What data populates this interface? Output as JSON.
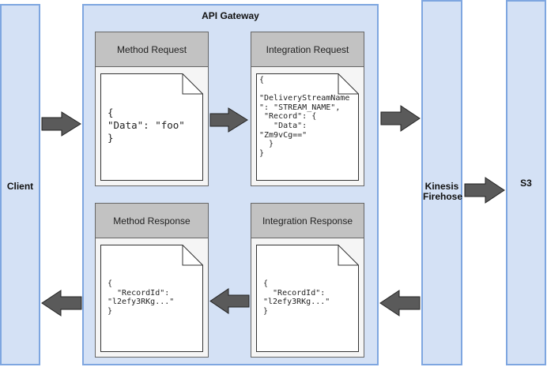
{
  "client": {
    "label": "Client"
  },
  "gateway": {
    "title": "API Gateway",
    "method_request": {
      "title": "Method Request",
      "body": "{\n\"Data\": \"foo\"\n}"
    },
    "integration_request": {
      "title": "Integration Request",
      "body": "{\n\n\"DeliveryStreamName\n\": \"STREAM_NAME\",\n \"Record\": {\n   \"Data\":\n\"Zm9vCg==\"\n  }\n}"
    },
    "method_response": {
      "title": "Method Response",
      "body": "{\n  \"RecordId\":\n\"l2efy3RKg...\"\n}"
    },
    "integration_response": {
      "title": "Integration Response",
      "body": "{\n  \"RecordId\":\n\"l2efy3RKg...\"\n}"
    }
  },
  "firehose": {
    "label_line1": "Kinesis",
    "label_line2": "Firehose"
  },
  "s3": {
    "label": "S3"
  },
  "colors": {
    "container_fill": "#d4e1f5",
    "container_border": "#7ea6e0",
    "panel_header": "#c2c2c2",
    "arrow_fill": "#5a5a5a"
  }
}
